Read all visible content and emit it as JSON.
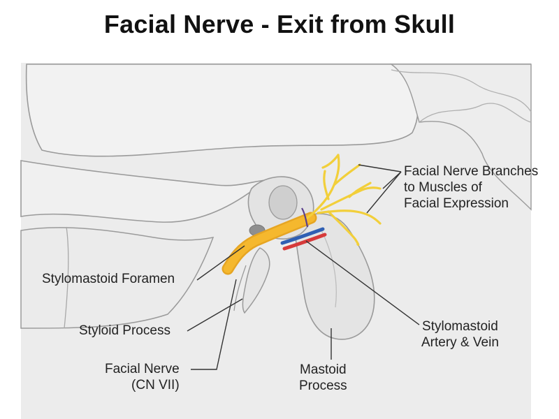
{
  "title": "Facial Nerve - Exit from Skull",
  "labels": {
    "nerve_branches": [
      "Facial Nerve Branches",
      "to Muscles of",
      "Facial Expression"
    ],
    "stylomastoid_foramen": "Stylomastoid Foramen",
    "styloid_process": "Styloid Process",
    "facial_nerve": [
      "Facial Nerve",
      "(CN VII)"
    ],
    "mastoid_process": [
      "Mastoid",
      "Process"
    ],
    "stylomastoid_vessels": [
      "Stylomastoid",
      "Artery & Vein"
    ]
  },
  "colors": {
    "bone": "#e9e9e9",
    "bone_outline": "#9a9a9a",
    "nerve": "#f5b82e",
    "nerve_branches": "#f7d84a",
    "artery": "#d63a3a",
    "vein": "#2f5fb3"
  }
}
